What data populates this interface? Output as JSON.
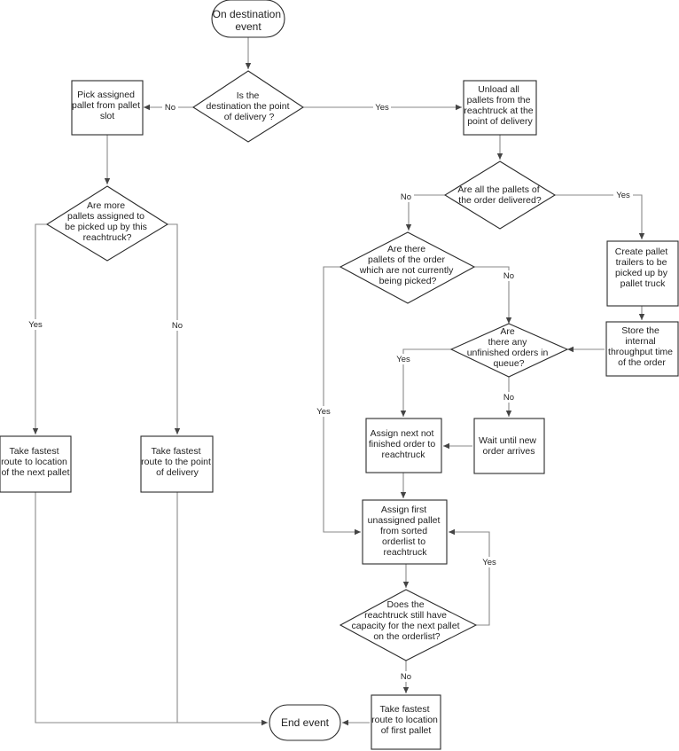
{
  "diagram": {
    "nodes": {
      "start": [
        "On destination",
        "event"
      ],
      "dest_decision": [
        "Is the",
        "destination the  point",
        "of delivery ?"
      ],
      "pick_assigned": [
        "Pick assigned",
        "pallet from pallet",
        "slot"
      ],
      "unload_all": [
        "Unload all",
        "pallets from the",
        "reachtruck at the",
        "point of delivery"
      ],
      "more_pallets_decision": [
        "Are more",
        "pallets assigned to",
        "be picked up by this",
        "reachtruck?"
      ],
      "all_delivered_decision": [
        "Are all the pallets of",
        "the order delivered?"
      ],
      "not_picked_decision": [
        "Are there",
        "pallets of the order",
        "which are not currently",
        "being picked?"
      ],
      "create_trailers": [
        "Create pallet",
        "trailers to be",
        "picked up by",
        "pallet truck"
      ],
      "unfinished_decision": [
        "Are",
        "there any",
        "unfinished orders in",
        "queue?"
      ],
      "store_time": [
        "Store the",
        "internal",
        "throughput time",
        "of the order"
      ],
      "next_pallet_route": [
        "Take fastest",
        "route to location",
        "of the next pallet"
      ],
      "delivery_route": [
        "Take fastest",
        "route to the point",
        "of delivery"
      ],
      "assign_order": [
        "Assign next not",
        "finished order to",
        "reachtruck"
      ],
      "wait_order": [
        "Wait until new",
        "order arrives"
      ],
      "assign_pallet": [
        "Assign first",
        "unassigned pallet",
        "from sorted",
        "orderlist to",
        "reachtruck"
      ],
      "capacity_decision": [
        "Does the",
        "reachtruck still have",
        "capacity for the next pallet",
        "on the orderlist?"
      ],
      "end": [
        "End event"
      ],
      "first_pallet_route": [
        "Take fastest",
        "route to location",
        "of first pallet"
      ]
    },
    "edge_labels": {
      "dest_no": "No",
      "dest_yes": "Yes",
      "more_yes": "Yes",
      "more_no": "No",
      "delivered_no": "No",
      "delivered_yes": "Yes",
      "notpicked_no": "No",
      "notpicked_yes": "Yes",
      "unfinished_yes": "Yes",
      "unfinished_no": "No",
      "capacity_yes": "Yes",
      "capacity_no": "No"
    }
  }
}
